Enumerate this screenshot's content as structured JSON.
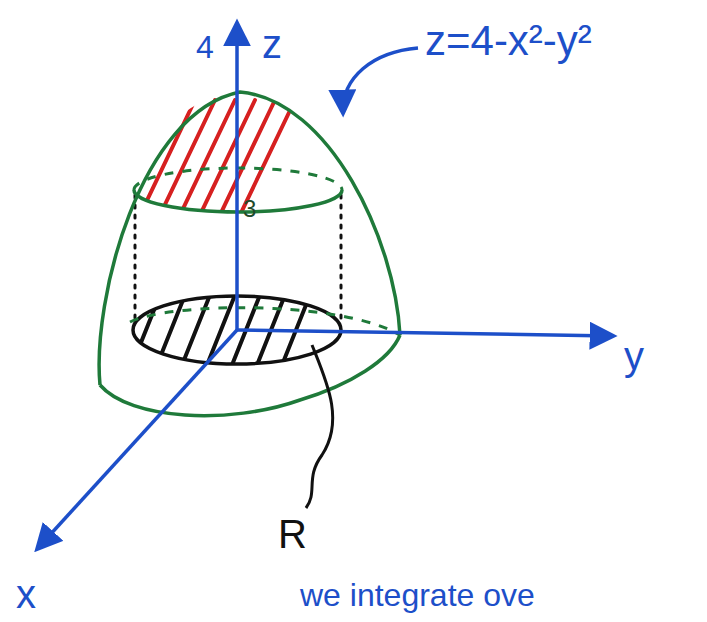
{
  "diagram": {
    "labels": [
      "4",
      "z",
      "z=4-x²-y²",
      "3",
      "y",
      "R",
      "x",
      "we integrate ove"
    ]
  }
}
